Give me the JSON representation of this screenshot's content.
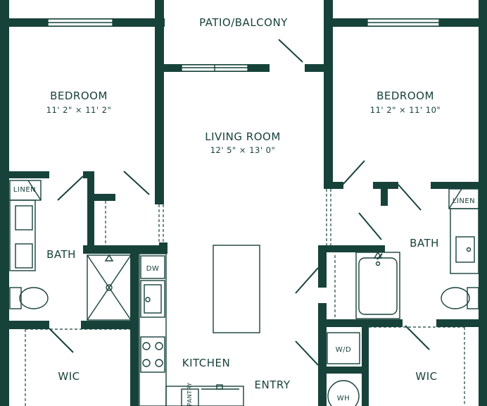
{
  "colors": {
    "wall": "#17423a",
    "background": "#ffffff"
  },
  "rooms": {
    "patio": {
      "name": "PATIO/BALCONY"
    },
    "bedroom_left": {
      "name": "BEDROOM",
      "dims": "11' 2\" × 11' 2\""
    },
    "living": {
      "name": "LIVING ROOM",
      "dims": "12' 5\" × 13' 0\""
    },
    "bedroom_right": {
      "name": "BEDROOM",
      "dims": "11' 2\" × 11' 10\""
    },
    "bath_left": {
      "name": "BATH"
    },
    "bath_right": {
      "name": "BATH"
    },
    "kitchen": {
      "name": "KITCHEN"
    },
    "entry": {
      "name": "ENTRY"
    },
    "wic_left": {
      "name": "WIC"
    },
    "wic_right": {
      "name": "WIC"
    }
  },
  "fixtures": {
    "linen_left": "LINEN",
    "linen_right": "LINEN",
    "dw": "DW",
    "wd": "W/D",
    "wh": "WH",
    "pantry": "PANTRY"
  }
}
